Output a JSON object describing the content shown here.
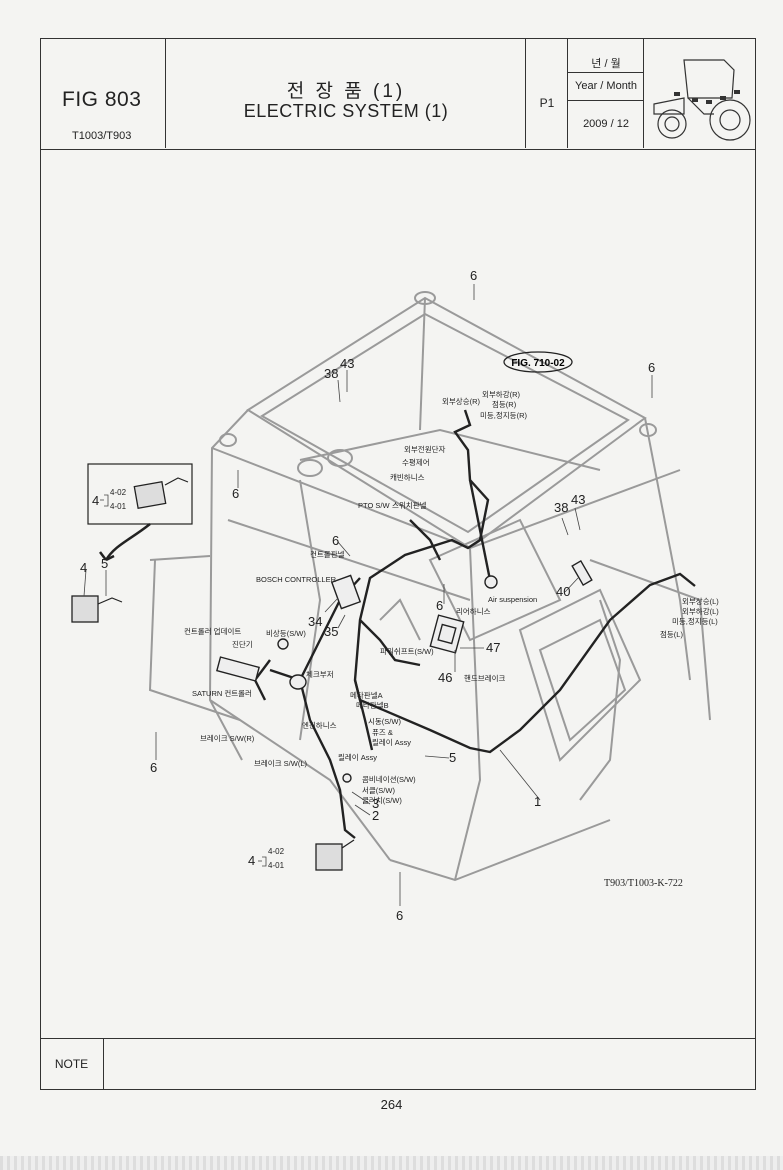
{
  "header": {
    "fig": "FIG 803",
    "model": "T1003/T903",
    "title_ko": "전 장 품 (1)",
    "title_en": "ELECTRIC SYSTEM (1)",
    "page": "P1",
    "ym_ko": "년 / 월",
    "ym_en": "Year / Month",
    "date": "2009 / 12"
  },
  "diagram": {
    "ref_box": "FIG. 710-02",
    "drawing_ref": "T903/T1003-K-722",
    "callouts": {
      "c6a": "6",
      "c6b": "6",
      "c6c": "6",
      "c6d": "6",
      "c6e": "6",
      "c6f": "6",
      "c6g": "6",
      "c38a": "38",
      "c43a": "43",
      "c38b": "38",
      "c43b": "43",
      "c40": "40",
      "c34": "34",
      "c35": "35",
      "c46": "46",
      "c47": "47",
      "c5a": "5",
      "c5b": "5",
      "c4a": "4",
      "c4b": "4",
      "c4c": "4",
      "c402a": "4-02",
      "c401a": "4-01",
      "c402b": "4-02",
      "c401b": "4-01",
      "c1": "1",
      "c2": "2",
      "c3": "3"
    },
    "labels": {
      "l1": "외부상승(R)",
      "l2": "외부하강(R)",
      "l3": "점등(R)",
      "l4": "미등,정지등(R)",
      "l5": "외부전원단자",
      "l6": "수평제어",
      "l7": "캐빈하니스",
      "l8": "PTO S/W",
      "l9": "스위치판넬",
      "l10": "컨트롤판넬",
      "l11": "BOSCH CONTROLLER",
      "l12": "Air suspension",
      "l13": "리어하니스",
      "l14": "외부상승(L)",
      "l15": "외부하강(L)",
      "l16": "미등,정지등(L)",
      "l17": "점등(L)",
      "l18": "컨트롤러 업데이트",
      "l19": "비상등(S/W)",
      "l20": "진단기",
      "l21": "SATURN 컨트롤러",
      "l22": "체크부저",
      "l23": "파워쉬프트(S/W)",
      "l24": "핸드브레이크",
      "l25": "메타판넬A",
      "l26": "메타판넬B",
      "l27": "엔진하니스",
      "l28": "시동(S/W)",
      "l29": "퓨즈 &",
      "l30": "릴레이 Assy",
      "l31": "브레이크 S/W(R)",
      "l32": "브레이크 S/W(L)",
      "l33": "릴레이 Assy",
      "l34": "콤비네이션(S/W)",
      "l35": "서클(S/W)",
      "l36": "클러치(S/W)"
    }
  },
  "note": {
    "label": "NOTE",
    "text": ""
  },
  "footer": {
    "page_number": "264"
  }
}
